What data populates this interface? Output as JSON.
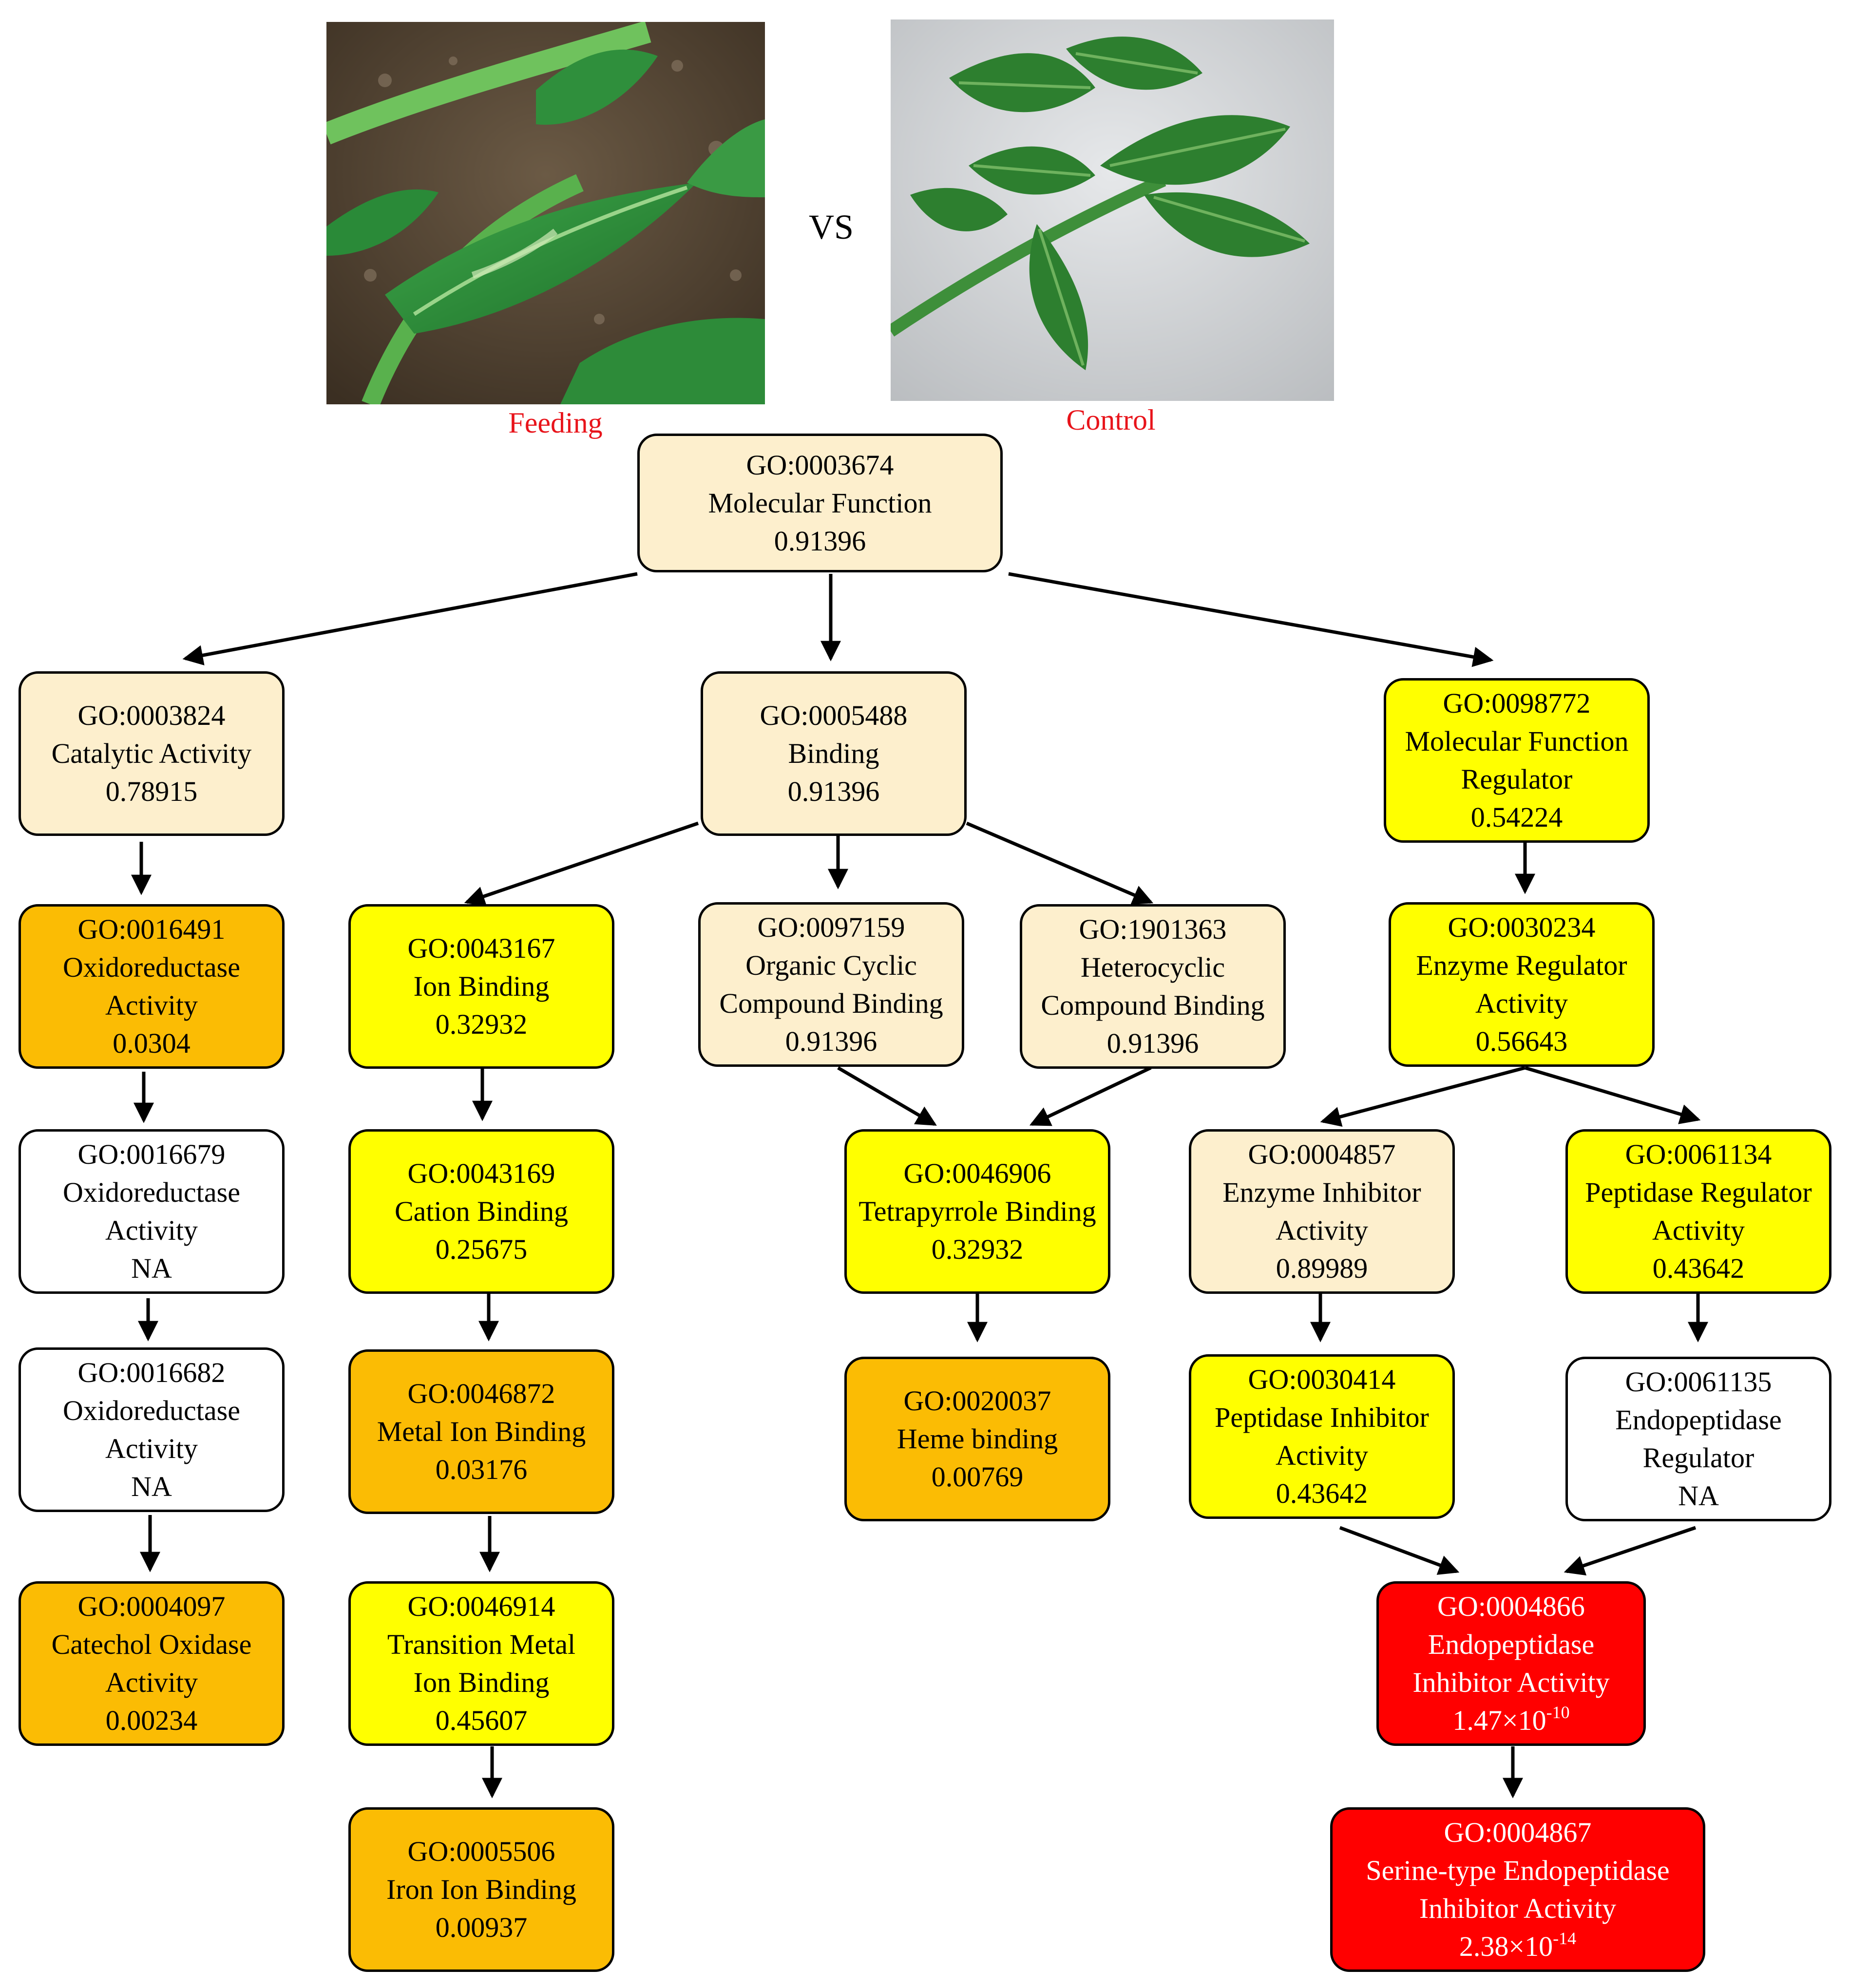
{
  "header": {
    "vs_label": "VS",
    "feeding_caption": "Feeding",
    "control_caption": "Control"
  },
  "colors": {
    "cream": "#fdefcd",
    "yellow": "#ffff00",
    "orange": "#fbbc04",
    "red": "#ff0000",
    "white": "#ffffff",
    "caption_red": "#e8141b"
  },
  "nodes": [
    {
      "id": "n3674",
      "lines": [
        "GO:0003674",
        "Molecular Function",
        "0.91396"
      ],
      "fill": "cream"
    },
    {
      "id": "n3824",
      "lines": [
        "GO:0003824",
        "Catalytic Activity",
        "0.78915"
      ],
      "fill": "cream"
    },
    {
      "id": "n5488",
      "lines": [
        "GO:0005488",
        "Binding",
        "0.91396"
      ],
      "fill": "cream"
    },
    {
      "id": "n98772",
      "lines": [
        "GO:0098772",
        "Molecular Function",
        "Regulator",
        "0.54224"
      ],
      "fill": "yellow"
    },
    {
      "id": "n16491",
      "lines": [
        "GO:0016491",
        "Oxidoreductase",
        "Activity",
        "0.0304"
      ],
      "fill": "orange"
    },
    {
      "id": "n43167",
      "lines": [
        "GO:0043167",
        "Ion Binding",
        "0.32932"
      ],
      "fill": "yellow"
    },
    {
      "id": "n97159",
      "lines": [
        "GO:0097159",
        "Organic Cyclic",
        "Compound Binding",
        "0.91396"
      ],
      "fill": "cream"
    },
    {
      "id": "n1901363",
      "lines": [
        "GO:1901363",
        "Heterocyclic",
        "Compound Binding",
        "0.91396"
      ],
      "fill": "cream"
    },
    {
      "id": "n30234",
      "lines": [
        "GO:0030234",
        "Enzyme Regulator",
        "Activity",
        "0.56643"
      ],
      "fill": "yellow"
    },
    {
      "id": "n16679",
      "lines": [
        "GO:0016679",
        "Oxidoreductase",
        "Activity",
        "NA"
      ],
      "fill": "white"
    },
    {
      "id": "n43169",
      "lines": [
        "GO:0043169",
        "Cation Binding",
        "0.25675"
      ],
      "fill": "yellow"
    },
    {
      "id": "n46906",
      "lines": [
        "GO:0046906",
        "Tetrapyrrole Binding",
        "0.32932"
      ],
      "fill": "yellow"
    },
    {
      "id": "n4857",
      "lines": [
        "GO:0004857",
        "Enzyme Inhibitor",
        "Activity",
        "0.89989"
      ],
      "fill": "cream"
    },
    {
      "id": "n61134",
      "lines": [
        "GO:0061134",
        "Peptidase Regulator",
        "Activity",
        "0.43642"
      ],
      "fill": "yellow"
    },
    {
      "id": "n16682",
      "lines": [
        "GO:0016682",
        "Oxidoreductase",
        "Activity",
        "NA"
      ],
      "fill": "white"
    },
    {
      "id": "n46872",
      "lines": [
        "GO:0046872",
        "Metal Ion Binding",
        "0.03176"
      ],
      "fill": "orange"
    },
    {
      "id": "n20037",
      "lines": [
        "GO:0020037",
        "Heme binding",
        "0.00769"
      ],
      "fill": "orange"
    },
    {
      "id": "n30414",
      "lines": [
        "GO:0030414",
        "Peptidase Inhibitor",
        "Activity",
        "0.43642"
      ],
      "fill": "yellow"
    },
    {
      "id": "n61135",
      "lines": [
        "GO:0061135",
        "Endopeptidase",
        "Regulator",
        "NA"
      ],
      "fill": "white"
    },
    {
      "id": "n4097",
      "lines": [
        "GO:0004097",
        "Catechol Oxidase",
        "Activity",
        "0.00234"
      ],
      "fill": "orange"
    },
    {
      "id": "n46914",
      "lines": [
        "GO:0046914",
        "Transition Metal",
        "Ion Binding",
        "0.45607"
      ],
      "fill": "yellow"
    },
    {
      "id": "n4866",
      "lines": [
        "GO:0004866",
        "Endopeptidase",
        "Inhibitor Activity"
      ],
      "value_base": "1.47×10",
      "value_exp": "-10",
      "fill": "red",
      "text_color": "white"
    },
    {
      "id": "n5506",
      "lines": [
        "GO:0005506",
        "Iron Ion Binding",
        "0.00937"
      ],
      "fill": "orange"
    },
    {
      "id": "n4867",
      "lines": [
        "GO:0004867",
        "Serine-type Endopeptidase",
        "Inhibitor Activity"
      ],
      "value_base": "2.38×10",
      "value_exp": "-14",
      "fill": "red",
      "text_color": "white"
    }
  ]
}
